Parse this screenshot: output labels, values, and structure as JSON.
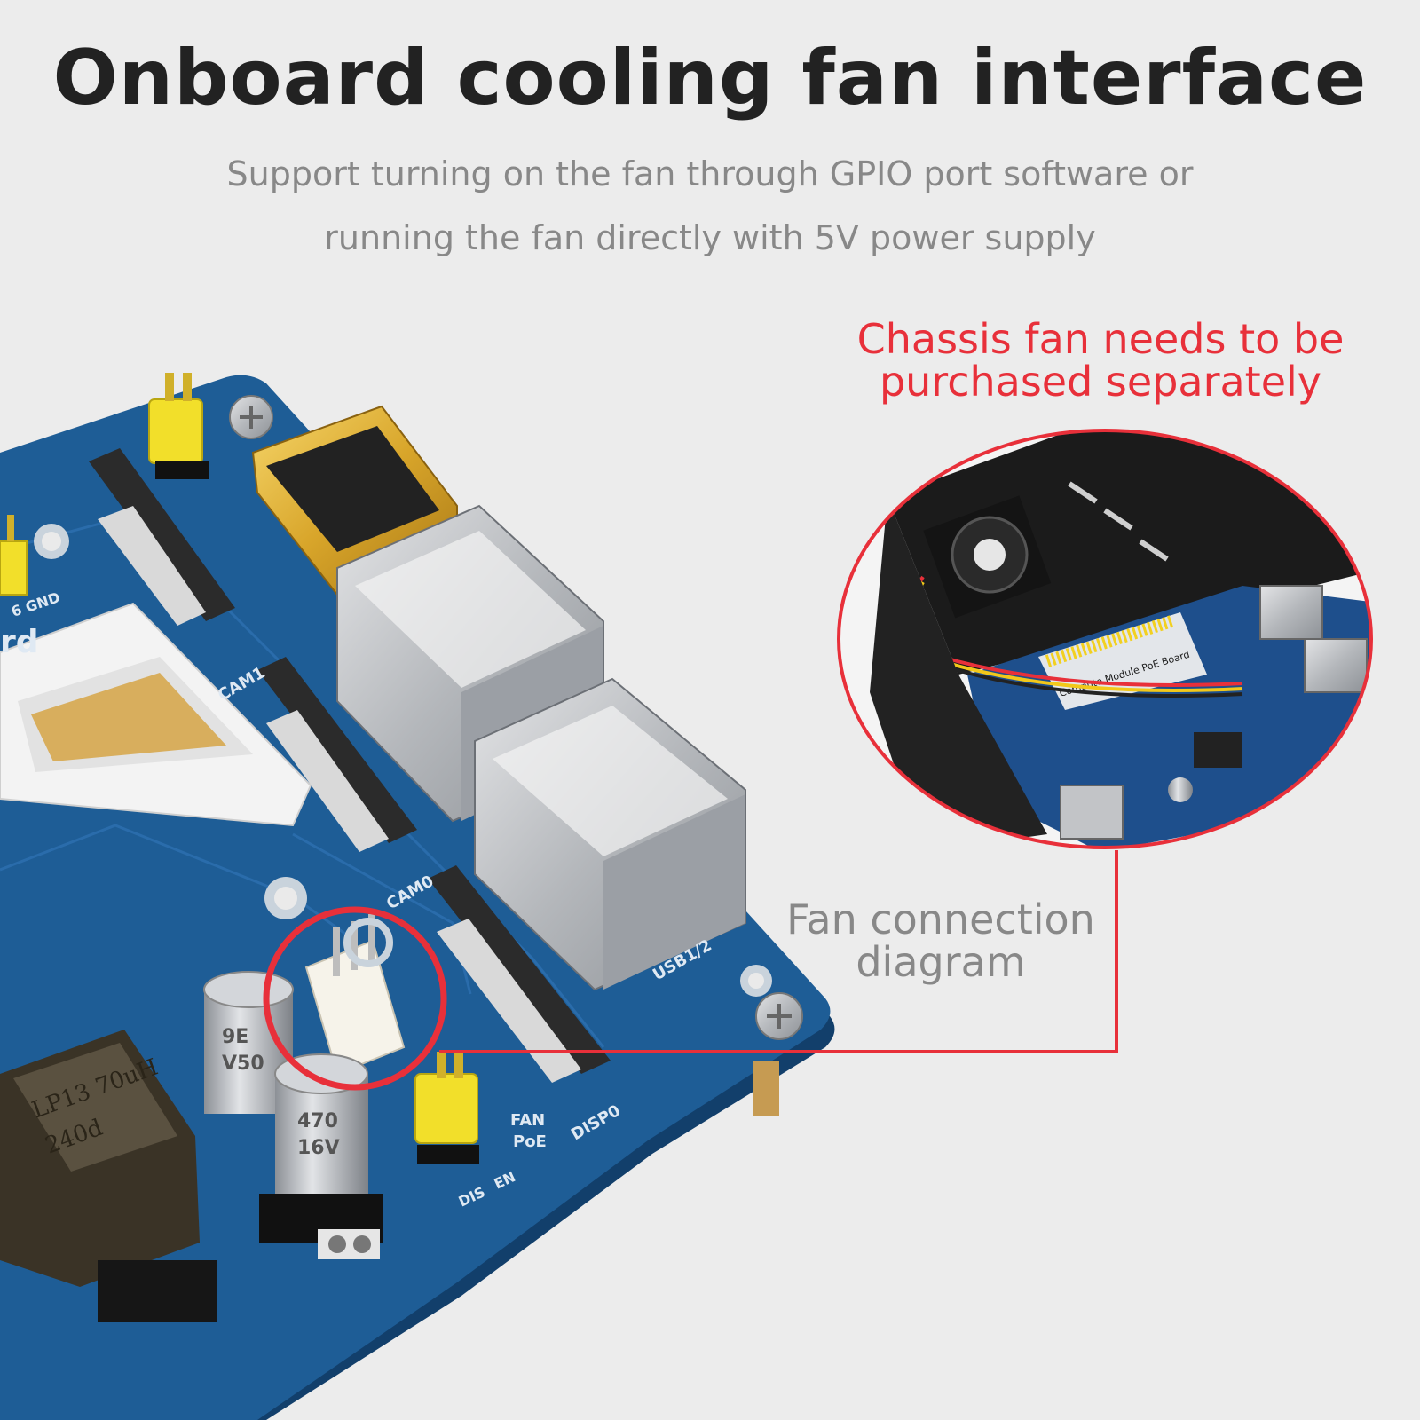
{
  "header": {
    "title": "Onboard cooling fan interface",
    "subtitle_line1": "Support turning on the fan through GPIO port software or",
    "subtitle_line2": "running the fan directly with 5V power supply"
  },
  "callouts": {
    "chassis_line1": "Chassis fan needs to be",
    "chassis_line2": "purchased separately",
    "fan_line1": "Fan connection",
    "fan_line2": "diagram"
  },
  "board_labels": {
    "cam1": "CAM1",
    "cam0": "CAM0",
    "usb": "USB1/2",
    "disp0": "DISP0",
    "fan": "FAN",
    "poe": "PoE",
    "dis": "DIS",
    "en": "EN",
    "gnd": "6 GND",
    "rd": "rd",
    "cap1_line1": "9E",
    "cap1_line2": "V50",
    "cap2_line1": "470",
    "cap2_line2": "16V",
    "inductor_line1": "LP13 70uH",
    "inductor_line2": "240d",
    "chassis_board": "Compute Module PoE Board"
  },
  "colors": {
    "highlight": "#e8303a",
    "board": "#1e5d96",
    "title": "#222222",
    "subtitle": "#888888"
  }
}
